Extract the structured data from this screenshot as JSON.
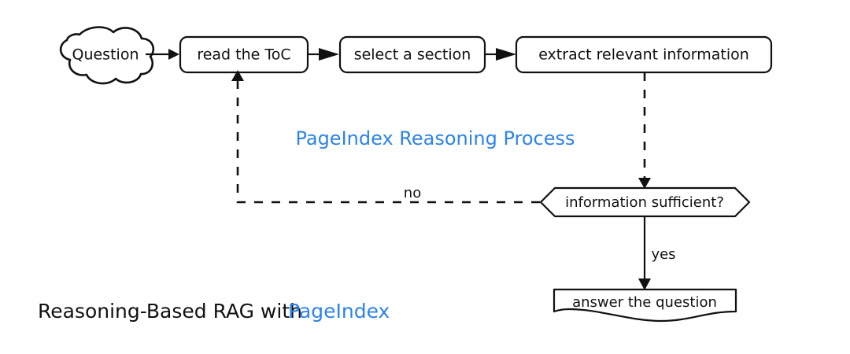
{
  "diagram": {
    "title": "Reasoning-Based RAG with PageIndex",
    "accent_color": "#2d84e8",
    "ink_color": "#111111",
    "background_color": "#ffffff",
    "process_label": "PageIndex Reasoning Process",
    "caption": {
      "prefix": "Reasoning-Based RAG with ",
      "brand": "PageIndex"
    },
    "nodes": [
      {
        "id": "question",
        "label": "Question",
        "shape": "cloud"
      },
      {
        "id": "read-toc",
        "label": "read the ToC",
        "shape": "rounded-rect"
      },
      {
        "id": "select-section",
        "label": "select a section",
        "shape": "rounded-rect"
      },
      {
        "id": "extract-info",
        "label": "extract relevant information",
        "shape": "rounded-rect"
      },
      {
        "id": "info-sufficient",
        "label": "information sufficient?",
        "shape": "hexagon"
      },
      {
        "id": "answer-question",
        "label": "answer the question",
        "shape": "document"
      }
    ],
    "edges": [
      {
        "id": "question-to-read-toc",
        "from": "question",
        "to": "read-toc",
        "style": "solid",
        "label": ""
      },
      {
        "id": "read-toc-to-select",
        "from": "read-toc",
        "to": "select-section",
        "style": "solid",
        "label": ""
      },
      {
        "id": "select-to-extract",
        "from": "select-section",
        "to": "extract-info",
        "style": "solid",
        "label": ""
      },
      {
        "id": "extract-to-decision",
        "from": "extract-info",
        "to": "info-sufficient",
        "style": "dashed",
        "label": ""
      },
      {
        "id": "decision-no-loop",
        "from": "info-sufficient",
        "to": "read-toc",
        "style": "dashed",
        "label": "no"
      },
      {
        "id": "decision-yes",
        "from": "info-sufficient",
        "to": "answer-question",
        "style": "solid",
        "label": "yes"
      }
    ],
    "edge_labels": {
      "no": "no",
      "yes": "yes"
    }
  }
}
